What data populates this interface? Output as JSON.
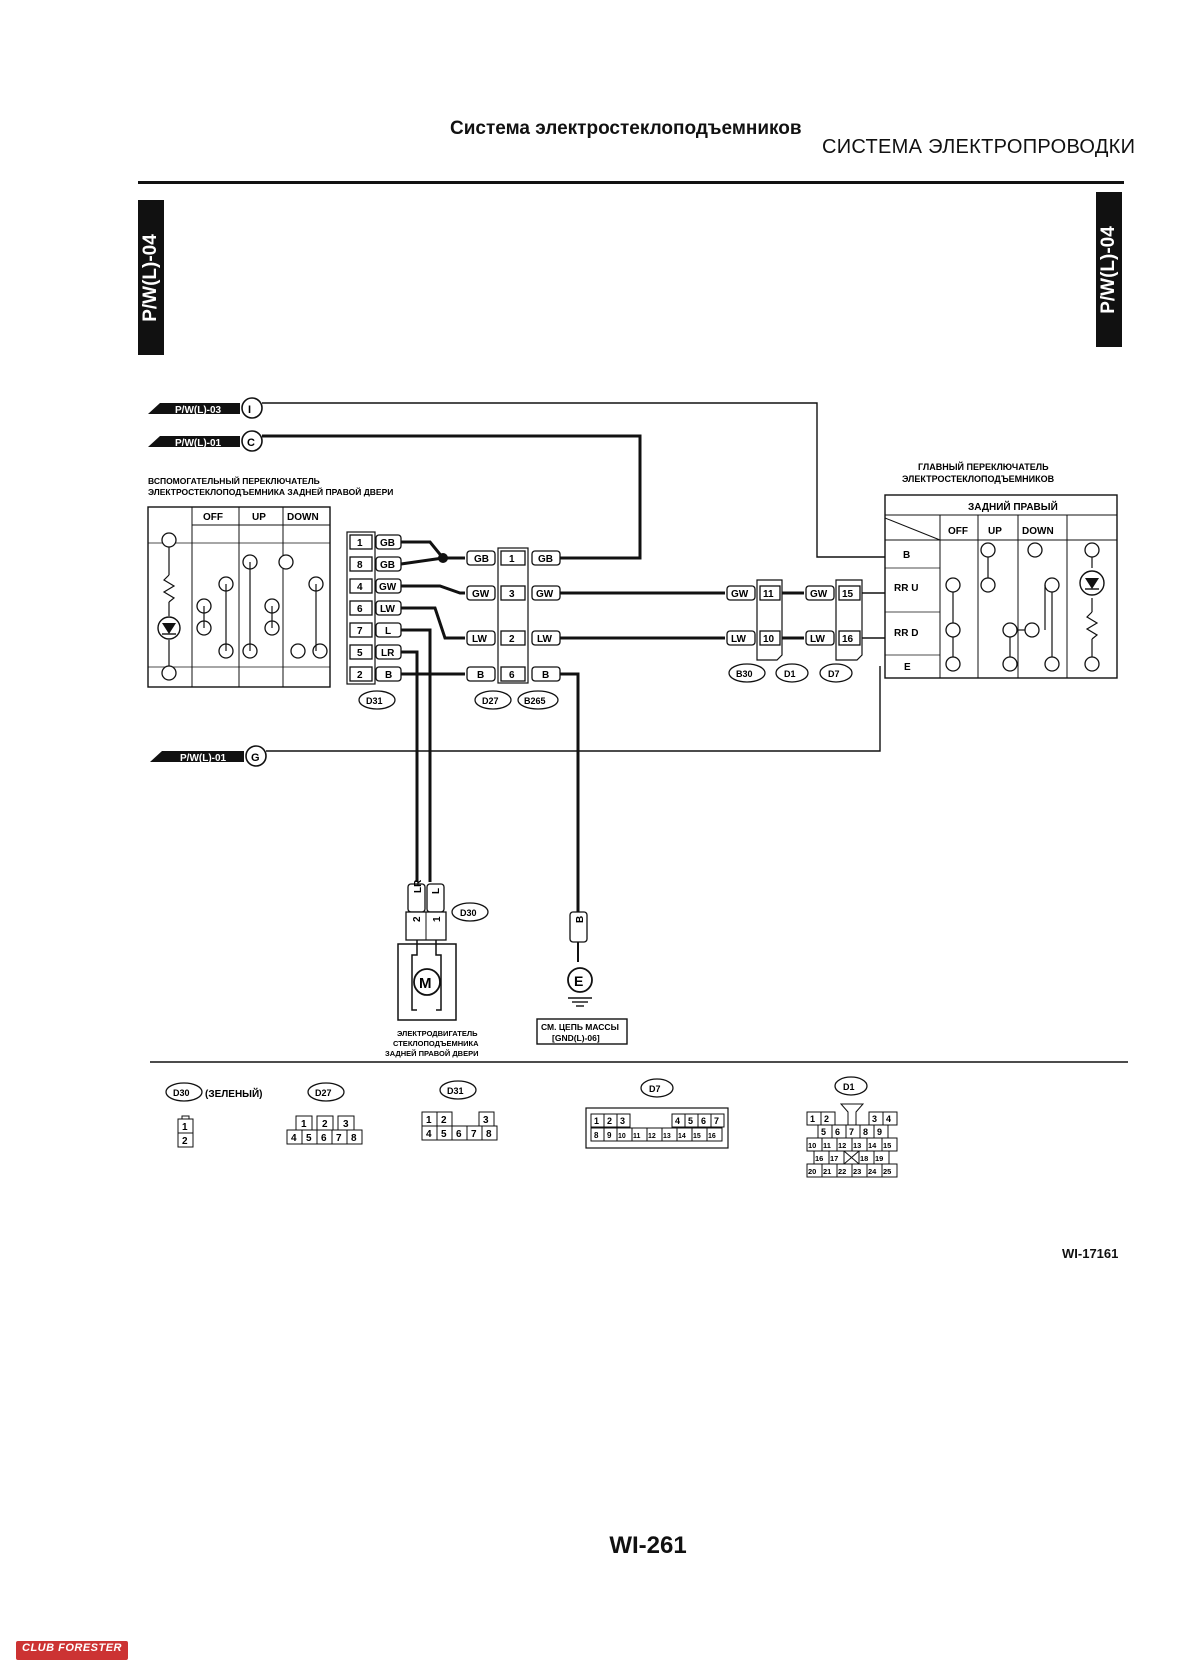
{
  "header": {
    "title": "Система электростеклоподъемников",
    "subtitle": "СИСТЕМА ЭЛЕКТРОПРОВОДКИ"
  },
  "sidebar": {
    "left_tab": "P/W(L)-04",
    "right_tab": "P/W(L)-04"
  },
  "refs": {
    "ref_i": "P/W(L)-03",
    "ref_c": "P/W(L)-01",
    "ref_g": "P/W(L)-01",
    "letter_i": "I",
    "letter_c": "C",
    "letter_g": "G"
  },
  "sub_switch": {
    "title_line1": "ВСПОМОГАТЕЛЬНЫЙ ПЕРЕКЛЮЧАТЕЛЬ",
    "title_line2": "ЭЛЕКТРОСТЕКЛОПОДЪЕМНИКА ЗАДНЕЙ ПРАВОЙ ДВЕРИ",
    "columns": [
      "OFF",
      "UP",
      "DOWN"
    ]
  },
  "main_switch": {
    "title_line1": "ГЛАВНЫЙ ПЕРЕКЛЮЧАТЕЛЬ",
    "title_line2": "ЭЛЕКТРОСТЕКЛОПОДЪЕМНИКОВ",
    "subtitle": "ЗАДНИЙ ПРАВЫЙ",
    "columns": [
      "OFF",
      "UP",
      "DOWN"
    ],
    "rows": [
      "B",
      "RR U",
      "RR D",
      "E"
    ]
  },
  "d31_pins": [
    {
      "pin": "1",
      "wire": "GB"
    },
    {
      "pin": "8",
      "wire": "GB"
    },
    {
      "pin": "4",
      "wire": "GW"
    },
    {
      "pin": "6",
      "wire": "LW"
    },
    {
      "pin": "7",
      "wire": "L"
    },
    {
      "pin": "5",
      "wire": "LR"
    },
    {
      "pin": "2",
      "wire": "B"
    }
  ],
  "d27_pins": [
    {
      "pin": "1",
      "left": "GB",
      "right": "GB"
    },
    {
      "pin": "3",
      "left": "GW",
      "right": "GW"
    },
    {
      "pin": "2",
      "left": "LW",
      "right": "LW"
    },
    {
      "pin": "6",
      "left": "B",
      "right": "B"
    }
  ],
  "b30_pins": [
    {
      "left": "GW",
      "pin_a": "11",
      "mid": "GW",
      "pin_b": "15"
    },
    {
      "left": "LW",
      "pin_a": "10",
      "mid": "LW",
      "pin_b": "16"
    }
  ],
  "connector_tags": {
    "d31": "D31",
    "d27": "D27",
    "b265": "B265",
    "b30": "B30",
    "d1": "D1",
    "d7": "D7",
    "d30": "D30"
  },
  "motor": {
    "wires": [
      "LR",
      "L"
    ],
    "pins": [
      "2",
      "1"
    ],
    "symbol": "M",
    "label_line1": "ЭЛЕКТРОДВИГАТЕЛЬ",
    "label_line2": "СТЕКЛОПОДЪЕМНИКА",
    "label_line3": "ЗАДНЕЙ ПРАВОЙ ДВЕРИ"
  },
  "ground": {
    "wire": "B",
    "symbol": "E",
    "label_line1": "СМ. ЦЕПЬ МАССЫ",
    "label_line2": "[GND(L)-06]"
  },
  "connector_views": {
    "d30": {
      "tag": "D30",
      "note": "(ЗЕЛЕНЫЙ)",
      "pins": [
        "1",
        "2"
      ]
    },
    "d27": {
      "tag": "D27",
      "top": [
        "1",
        "2",
        "3"
      ],
      "bottom": [
        "4",
        "5",
        "6",
        "7",
        "8"
      ]
    },
    "d31": {
      "tag": "D31",
      "top": [
        "1",
        "2",
        "3"
      ],
      "bottom": [
        "4",
        "5",
        "6",
        "7",
        "8"
      ]
    },
    "d7": {
      "tag": "D7",
      "top": [
        "1",
        "2",
        "3",
        "4",
        "5",
        "6",
        "7"
      ],
      "bottom": [
        "8",
        "9",
        "10",
        "11",
        "12",
        "13",
        "14",
        "15",
        "16"
      ]
    },
    "d1": {
      "tag": "D1",
      "r1": [
        "1",
        "2",
        "3",
        "4"
      ],
      "r2": [
        "5",
        "6",
        "7",
        "8",
        "9"
      ],
      "r3": [
        "10",
        "11",
        "12",
        "13",
        "14",
        "15"
      ],
      "r4": [
        "16",
        "17",
        "18",
        "19"
      ],
      "r5": [
        "20",
        "21",
        "22",
        "23",
        "24",
        "25"
      ]
    }
  },
  "footer": {
    "code": "WI-17161",
    "page": "WI-261",
    "brand": "CLUB FORESTER"
  }
}
